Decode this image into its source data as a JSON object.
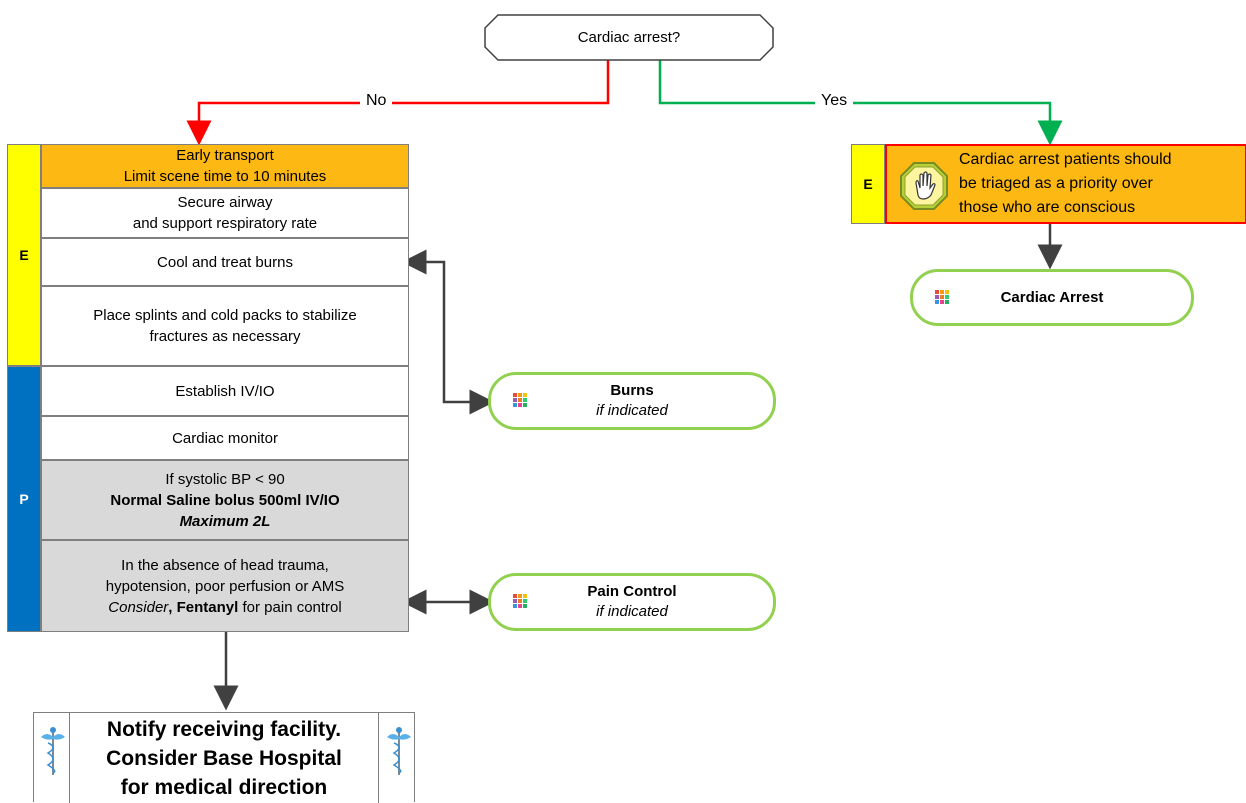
{
  "decision": {
    "text": "Cardiac arrest?"
  },
  "branches": {
    "no": "No",
    "yes": "Yes"
  },
  "left_table": {
    "bar_e": "E",
    "bar_p": "P",
    "early_transport": {
      "line1": "Early transport",
      "line2": "Limit scene time to 10 minutes"
    },
    "secure_airway": {
      "line1": "Secure airway",
      "line2": "and support respiratory rate"
    },
    "cool_burns": "Cool and treat burns",
    "splints": {
      "line1": "Place splints and cold packs to stabilize",
      "line2": "fractures as necessary"
    },
    "establish_iv": "Establish IV/IO",
    "cardiac_monitor": "Cardiac monitor",
    "saline": {
      "line1": "If systolic BP < 90",
      "line2": "Normal Saline bolus 500ml IV/IO",
      "line3": "Maximum 2L"
    },
    "fentanyl": {
      "line1": "In the absence of head trauma,",
      "line2": "hypotension, poor perfusion or AMS",
      "consider": "Consider",
      "comma": ",",
      "drug": "Fentanyl",
      "rest": "for pain control"
    }
  },
  "right_box": {
    "bar_e": "E",
    "line1": "Cardiac arrest patients should",
    "line2": "be triaged as a priority over",
    "line3": "those who are conscious",
    "icon": "stop-hand-icon"
  },
  "refs": {
    "cardiac_arrest": {
      "title": "Cardiac Arrest",
      "icon": "protocol-grid-icon"
    },
    "burns": {
      "title": "Burns",
      "subtitle": "if indicated",
      "icon": "protocol-grid-icon"
    },
    "pain": {
      "title": "Pain Control",
      "subtitle": "if indicated",
      "icon": "protocol-grid-icon"
    }
  },
  "notify": {
    "line1": "Notify receiving facility.",
    "line2": "Consider Base Hospital",
    "line3": "for medical direction",
    "icon": "caduceus-icon"
  },
  "colors": {
    "no_arrow": "#ff0000",
    "yes_arrow": "#00b050",
    "flow_arrow": "#404040",
    "orange": "#fdb813",
    "yellow": "#ffff00",
    "blue": "#0070c0",
    "gray": "#d9d9d9",
    "green_border": "#92d050"
  }
}
